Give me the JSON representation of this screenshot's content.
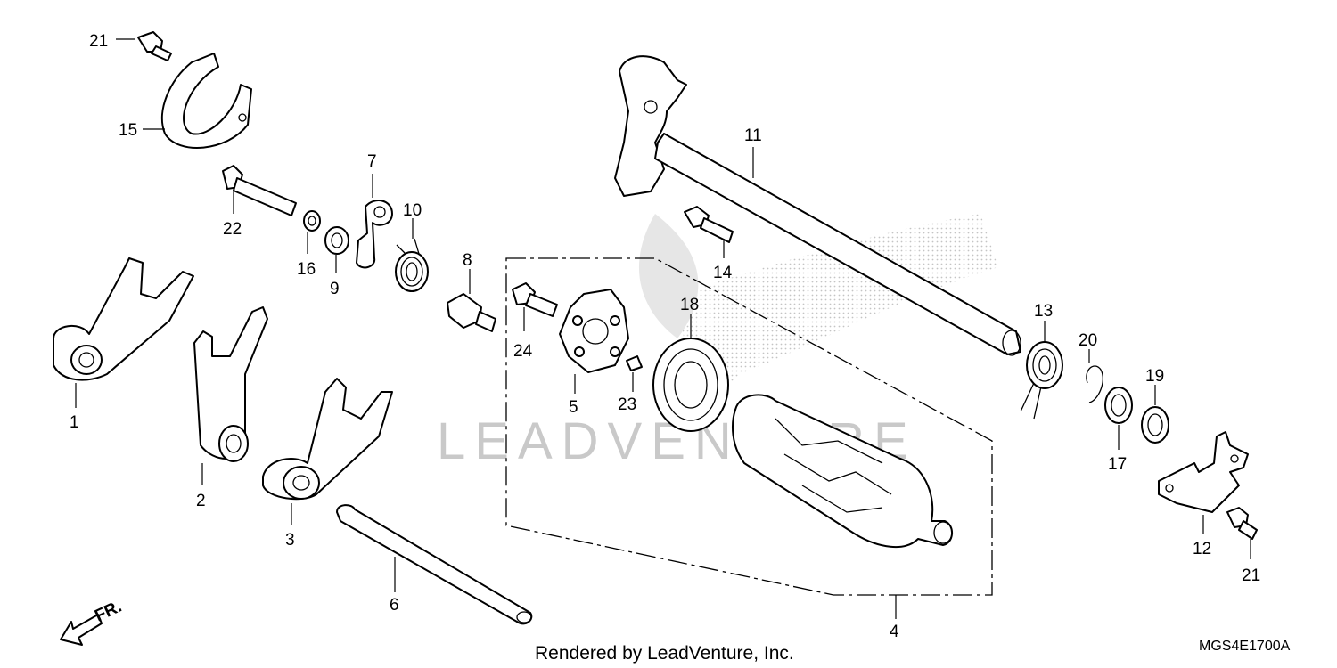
{
  "labels": {
    "p1": "1",
    "p2": "2",
    "p3": "3",
    "p4": "4",
    "p5": "5",
    "p6": "6",
    "p7": "7",
    "p8": "8",
    "p9": "9",
    "p10": "10",
    "p11": "11",
    "p12": "12",
    "p13": "13",
    "p14": "14",
    "p15": "15",
    "p16": "16",
    "p17": "17",
    "p18": "18",
    "p19": "19",
    "p20": "20",
    "p21a": "21",
    "p21b": "21",
    "p22": "22",
    "p23": "23",
    "p24": "24"
  },
  "front_marker": "FR.",
  "watermark": "LEADVENTURE",
  "footer": {
    "credit": "Rendered by LeadVenture, Inc.",
    "diagram_code": "MGS4E1700A"
  }
}
